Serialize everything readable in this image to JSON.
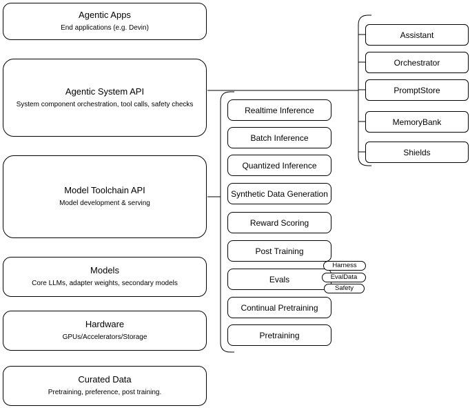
{
  "colors": {
    "stroke": "#000000",
    "background": "#ffffff",
    "text": "#000000"
  },
  "left_column": [
    {
      "title": "Agentic Apps",
      "subtitle": "End applications (e.g. Devin)"
    },
    {
      "title": "Agentic System API",
      "subtitle": "System component orchestration, tool calls, safety checks"
    },
    {
      "title": "Model Toolchain API",
      "subtitle": "Model development & serving"
    },
    {
      "title": "Models",
      "subtitle": "Core LLMs, adapter weights, secondary models"
    },
    {
      "title": "Hardware",
      "subtitle": "GPUs/Accelerators/Storage"
    },
    {
      "title": "Curated Data",
      "subtitle": "Pretraining, preference, post training."
    }
  ],
  "toolchain_components": [
    "Realtime Inference",
    "Batch Inference",
    "Quantized Inference",
    "Synthetic Data Generation",
    "Reward Scoring",
    "Post Training",
    "Evals",
    "Continual Pretraining",
    "Pretraining"
  ],
  "evals_tags": [
    "Harness",
    "EvalData",
    "Safety"
  ],
  "system_components": [
    "Assistant",
    "Orchestrator",
    "PromptStore",
    "MemoryBank",
    "Shields"
  ]
}
